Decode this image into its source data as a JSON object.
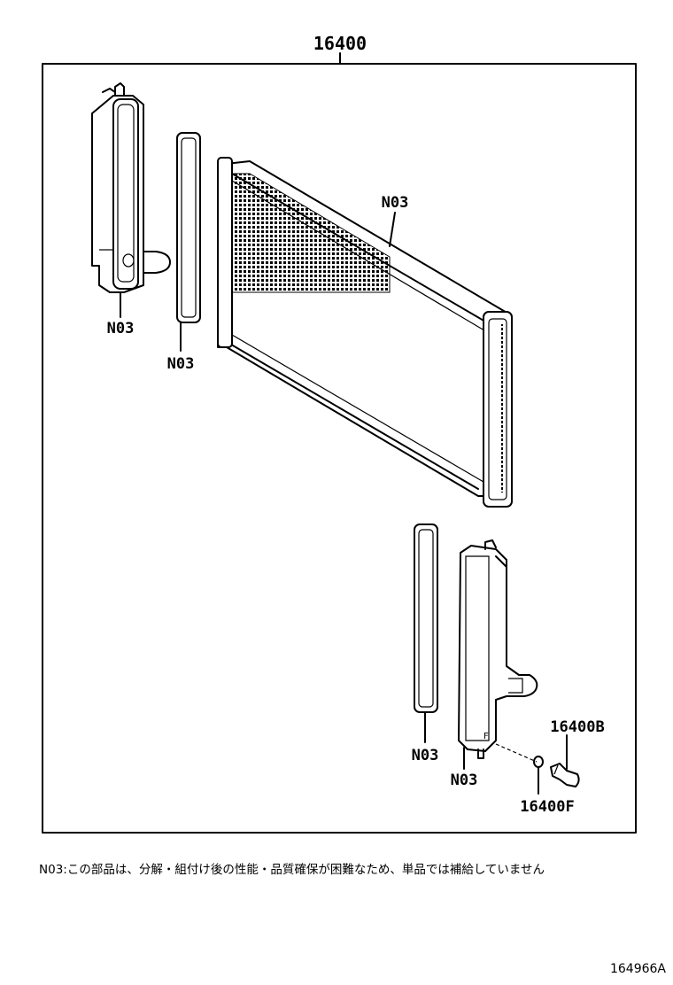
{
  "assembly_label": "16400",
  "parts": {
    "left_tank": "N03",
    "left_gasket": "N03",
    "core": "N03",
    "right_gasket": "N03",
    "right_tank": "N03",
    "drain_cock": "16400B",
    "drain_oring": "16400F"
  },
  "note": "N03:この部品は、分解・組付け後の性能・品質確保が困難なため、単品では補給していません",
  "diagram_code": "164966A"
}
